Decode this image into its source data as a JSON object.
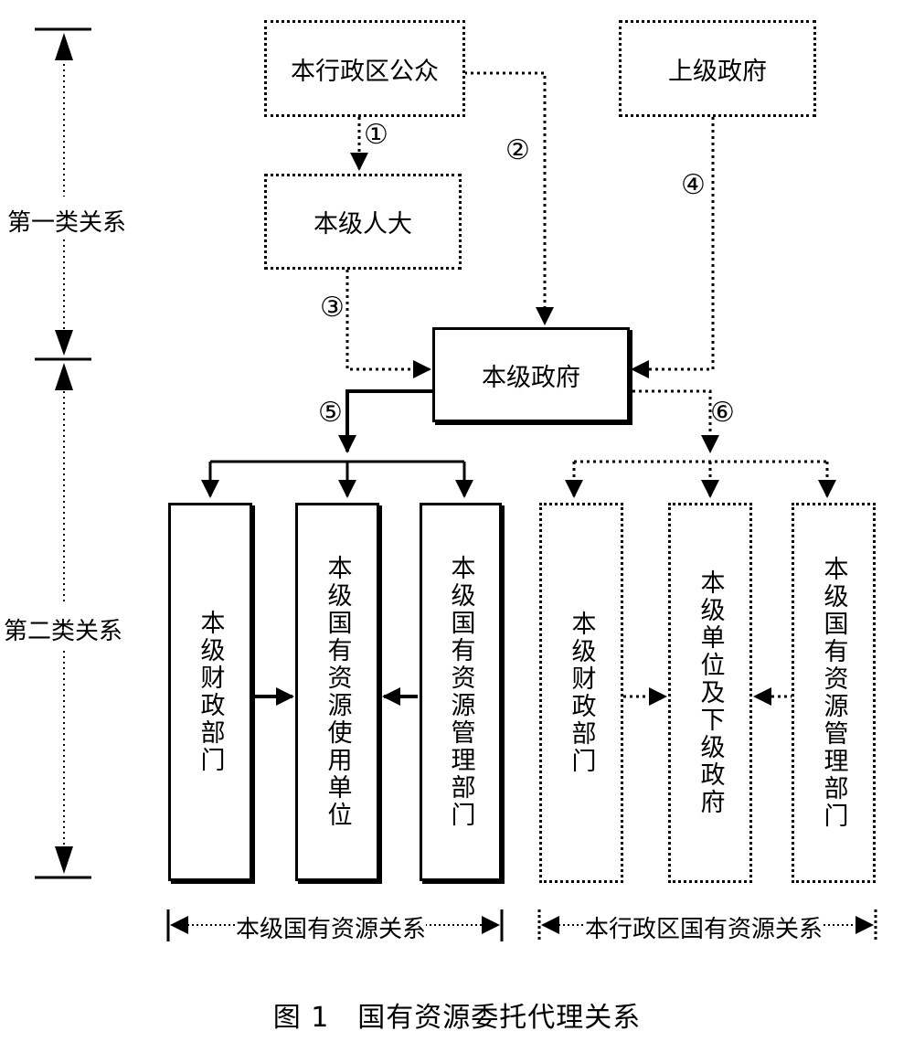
{
  "levels": {
    "first": "第一类关系",
    "second": "第二类关系"
  },
  "nodes": {
    "public": "本行政区公众",
    "superior_gov": "上级政府",
    "npc": "本级人大",
    "gov": "本级政府",
    "left_finance": "本级财政部门",
    "left_user": "本级国有资源使用单位",
    "left_manage": "本级国有资源管理部门",
    "right_finance": "本级财政部门",
    "right_units": "本级单位及下级政府",
    "right_manage": "本级国有资源管理部门"
  },
  "edge_labels": {
    "e1": "①",
    "e2": "②",
    "e3": "③",
    "e4": "④",
    "e5": "⑤",
    "e6": "⑥"
  },
  "groups": {
    "left": "本级国有资源关系",
    "right": "本行政区国有资源关系"
  },
  "caption": "图 1　国有资源委托代理关系"
}
